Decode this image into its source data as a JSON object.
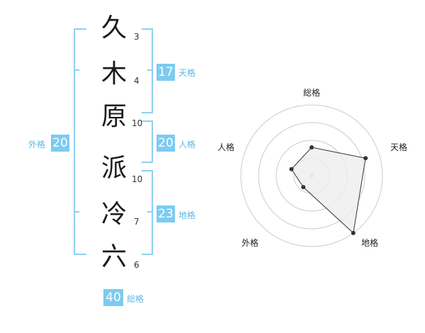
{
  "name_chars": [
    {
      "char": "久",
      "strokes": "3"
    },
    {
      "char": "木",
      "strokes": "4"
    },
    {
      "char": "原",
      "strokes": "10"
    },
    {
      "char": "派",
      "strokes": "10"
    },
    {
      "char": "冷",
      "strokes": "7"
    },
    {
      "char": "六",
      "strokes": "6"
    }
  ],
  "fortunes": {
    "tenkaku": {
      "value": "17",
      "label": "天格"
    },
    "jinkaku": {
      "value": "20",
      "label": "人格"
    },
    "chikaku": {
      "value": "23",
      "label": "地格"
    },
    "gaikaku": {
      "value": "20",
      "label": "外格"
    },
    "soukaku": {
      "value": "40",
      "label": "総格"
    }
  },
  "radar": {
    "axes": [
      "総格",
      "天格",
      "地格",
      "外格",
      "人格"
    ],
    "levels": 4,
    "values": [
      0.4,
      0.8,
      1.0,
      0.2,
      0.3
    ],
    "max": 1.0,
    "colors": {
      "grid": "#cccccc",
      "fill": "#eeeeee",
      "line": "#333333",
      "center": "#cccccc"
    }
  },
  "colors": {
    "accent": "#7ccbf0",
    "bracket": "#8fd0ee",
    "label": "#5cb8e4"
  }
}
